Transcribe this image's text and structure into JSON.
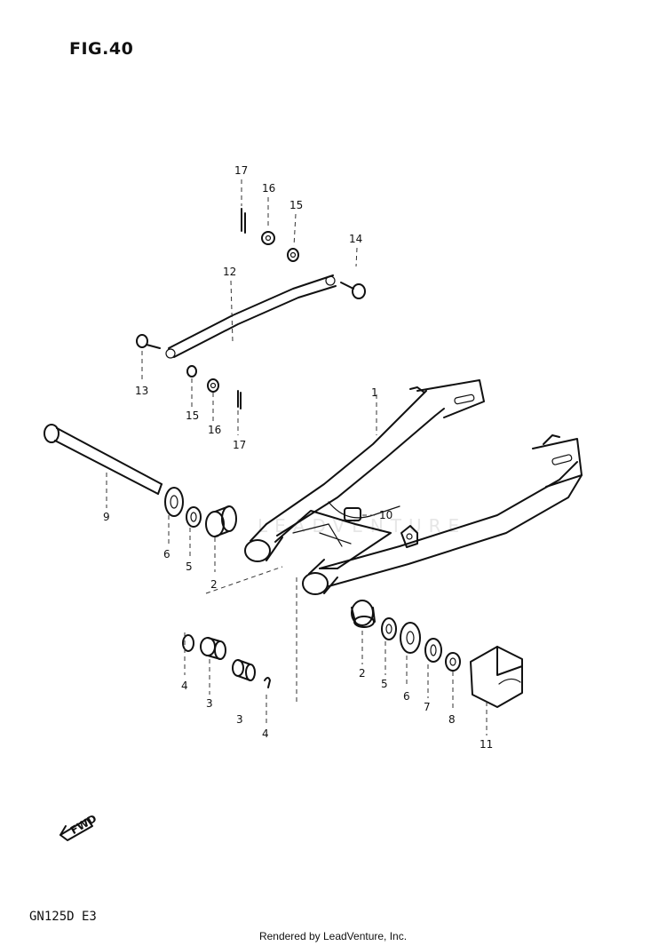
{
  "figure": {
    "title": "FIG.40"
  },
  "model": "GN125D  E3",
  "footer": "Rendered by LeadVenture, Inc.",
  "watermark": "LEADVENTURE",
  "arrow_label": "FWD",
  "callouts": {
    "c17a": "17",
    "c16a": "16",
    "c15a": "15",
    "c14": "14",
    "c12": "12",
    "c13": "13",
    "c15b": "15",
    "c16b": "16",
    "c17b": "17",
    "c1": "1",
    "c9": "9",
    "c6a": "6",
    "c5a": "5",
    "c2a": "2",
    "c10": "10",
    "c4a": "4",
    "c3a": "3",
    "c3b": "3",
    "c4b": "4",
    "c2b": "2",
    "c5b": "5",
    "c6b": "6",
    "c7": "7",
    "c8": "8",
    "c11": "11"
  }
}
